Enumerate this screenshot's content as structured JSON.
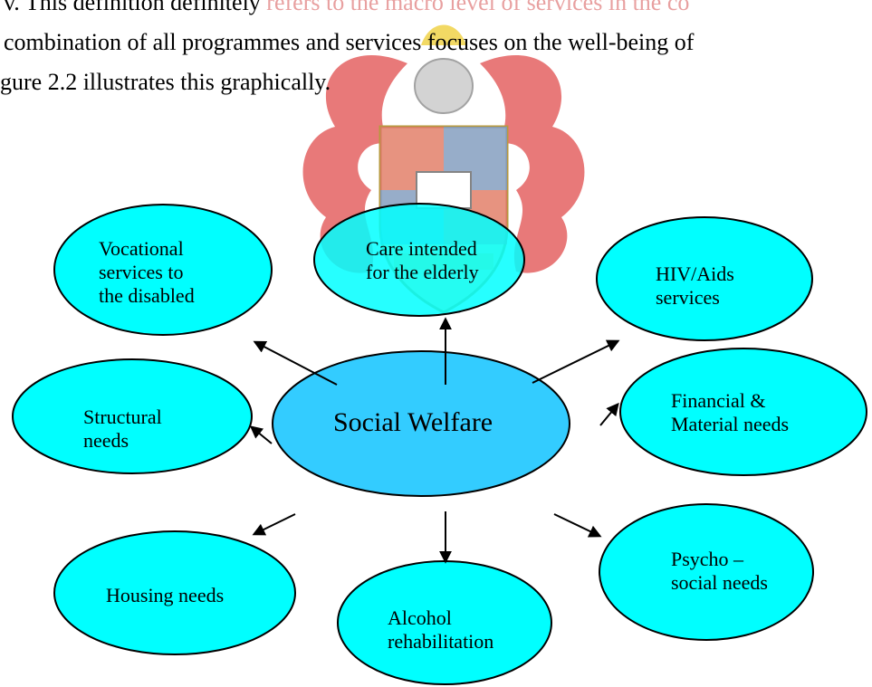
{
  "paragraph": {
    "line1_prefix": "v. This definition definitely ",
    "line1_faded": "refers to the macro level of services in the co",
    "line2": "combination of all programmes and services focuses on the well-being of",
    "line3": "gure 2.2 illustrates this graphically."
  },
  "diagram": {
    "center": "Social Welfare",
    "nodes": [
      {
        "label": "Vocational\nservices to\nthe disabled"
      },
      {
        "label": "Care intended\nfor the elderly"
      },
      {
        "label": "HIV/Aids\nservices"
      },
      {
        "label": "Financial &\nMaterial needs"
      },
      {
        "label": "Structural\nneeds"
      },
      {
        "label": "Housing needs"
      },
      {
        "label": "Alcohol\nrehabilitation"
      },
      {
        "label": "Psycho –\nsocial needs"
      }
    ]
  },
  "colors": {
    "node_fill": "#00ffff",
    "center_fill": "#33ccff",
    "stroke": "#000000",
    "watermark": "#d83a3a"
  }
}
